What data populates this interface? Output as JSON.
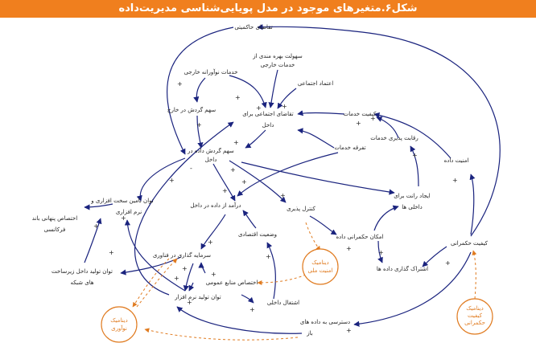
{
  "figure": {
    "title": "شکل۶.متغیرهای موجود در مدل پویایی‌شناسی مدیریت‌داده"
  },
  "variables": {
    "tagaza_hakemiati": "تقاضای حاکمیتی",
    "sohoolat": [
      "سهولت بهره مندی از",
      "خدمات خارجی"
    ],
    "khadamat_navavarane": "خدمات نوآورانه خارجی",
    "etemad": "اعتماد اجتماعی",
    "sahm_khareji": "سهم گردش در خارج",
    "tagaza_ejtemai": [
      "تقاضای اجتماعی برای",
      "داخل"
    ],
    "keyfiat_khadamat": "کیفیت خدمات",
    "reghabat": "رقابت پذیری خدمات",
    "tafregheh": "تفرقه خدمات",
    "amniat": "امنیت داده",
    "sahm_dakheli": [
      "سهم گردش داده در",
      "داخل"
    ],
    "ijad_ranth": [
      "ایجاد رانت برای",
      "داخلی ها"
    ],
    "tavan_tamin": [
      "توان تامین سخت افزاری و",
      "نرم افزاری"
    ],
    "daramad": "درآمد از داده در داخل",
    "kontrol": "کنترل پذیری",
    "ekhtesas_penhani": [
      "اختصاص پنهانی باند",
      "فرکانسی"
    ],
    "vaziat_eghtesadi": "وضعیت اقتصادی",
    "emkan_hokmrani": "امکان حکمرانی داده",
    "keyfiat_hokmrani": "کیفیت حکمرانی",
    "sarmaye_gozari": "سرمایه گذاری در فناوری",
    "eshterak": "اشتراک گذاری داده ها",
    "tavan_zirsakht": [
      "توان تولید داخل زیرساخت",
      "های شبکه"
    ],
    "ekhtesas_manabe": "اختصاص منابع عمومی",
    "tavan_narmafzar": "توان تولید نرم افزار",
    "eshteghal": "اشتغال داخلی",
    "dastresi": [
      "دسترسی به داده های",
      "باز"
    ]
  },
  "dynamics": {
    "amniat_melli": [
      "دینامیک",
      "امنیت ملی"
    ],
    "navavari": [
      "دینامیک",
      "نوآوری"
    ],
    "keyfiat_hokmrani": [
      "دینامیک",
      "کیفیت",
      "حکمرانی"
    ]
  },
  "colors": {
    "title_bg": "#f07f1e",
    "arrow": "#1a237e",
    "dynamic": "#e07b20"
  }
}
